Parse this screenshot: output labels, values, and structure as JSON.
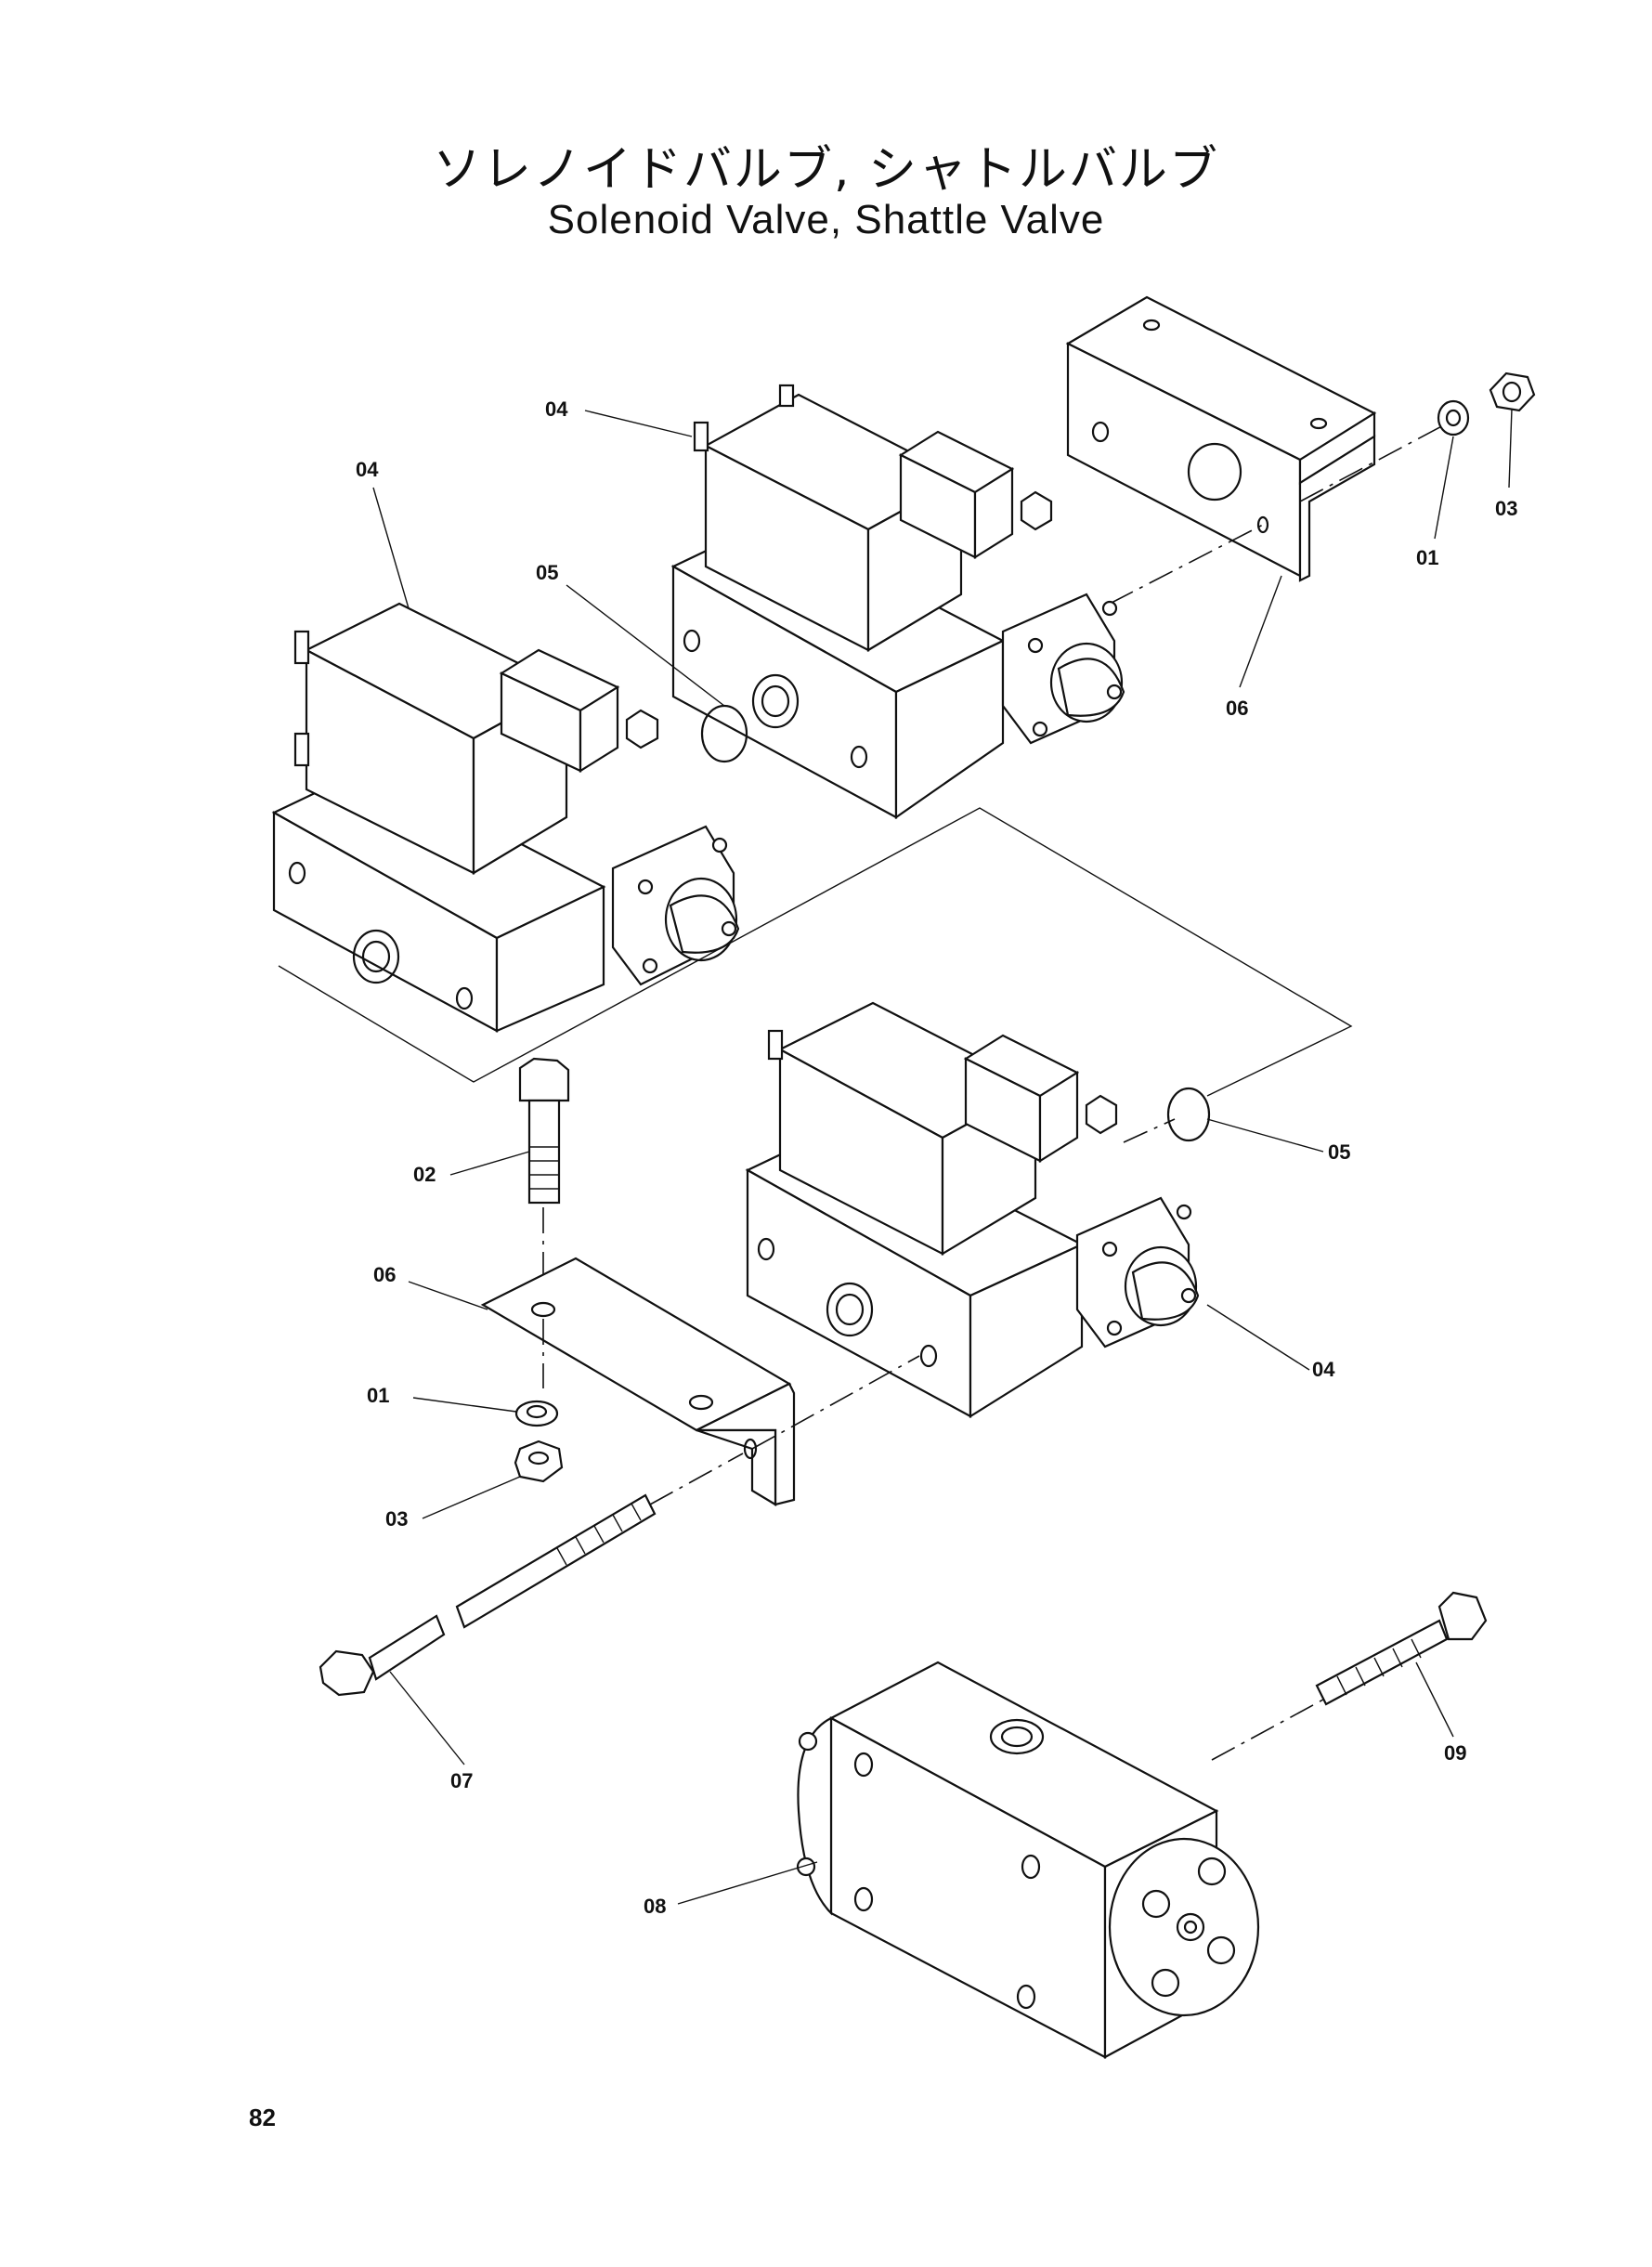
{
  "title": {
    "jp": "ソレノイドバルブ, シャトルバルブ",
    "en": "Solenoid Valve, Shattle Valve"
  },
  "page_number": "82",
  "callouts": [
    {
      "id": "c-04-top",
      "text": "04"
    },
    {
      "id": "c-04-left",
      "text": "04"
    },
    {
      "id": "c-05-top",
      "text": "05"
    },
    {
      "id": "c-01-top",
      "text": "01"
    },
    {
      "id": "c-03-top",
      "text": "03"
    },
    {
      "id": "c-06-top",
      "text": "06"
    },
    {
      "id": "c-02",
      "text": "02"
    },
    {
      "id": "c-05-mid",
      "text": "05"
    },
    {
      "id": "c-06-mid",
      "text": "06"
    },
    {
      "id": "c-01-mid",
      "text": "01"
    },
    {
      "id": "c-03-mid",
      "text": "03"
    },
    {
      "id": "c-04-mid",
      "text": "04"
    },
    {
      "id": "c-07",
      "text": "07"
    },
    {
      "id": "c-09",
      "text": "09"
    },
    {
      "id": "c-08",
      "text": "08"
    }
  ]
}
